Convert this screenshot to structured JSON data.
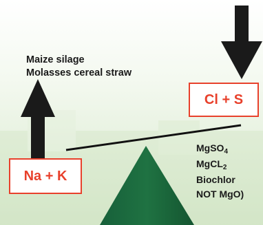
{
  "feeds": {
    "line1": "Maize silage",
    "line2": "Molasses cereal straw"
  },
  "anion_box": {
    "label": "Cl + S"
  },
  "cation_box": {
    "label": "Na + K"
  },
  "supplements": {
    "item1": {
      "base": "MgSO",
      "sub": "4"
    },
    "item2": {
      "base": "MgCL",
      "sub": "2"
    },
    "item3": "Biochlor",
    "item4": "NOT MgO)"
  },
  "colors": {
    "accent_red": "#e8402b",
    "fulcrum_green": "#1d6b3a",
    "arrow": "#1a1a1a",
    "background_green": "#dcebd2"
  }
}
